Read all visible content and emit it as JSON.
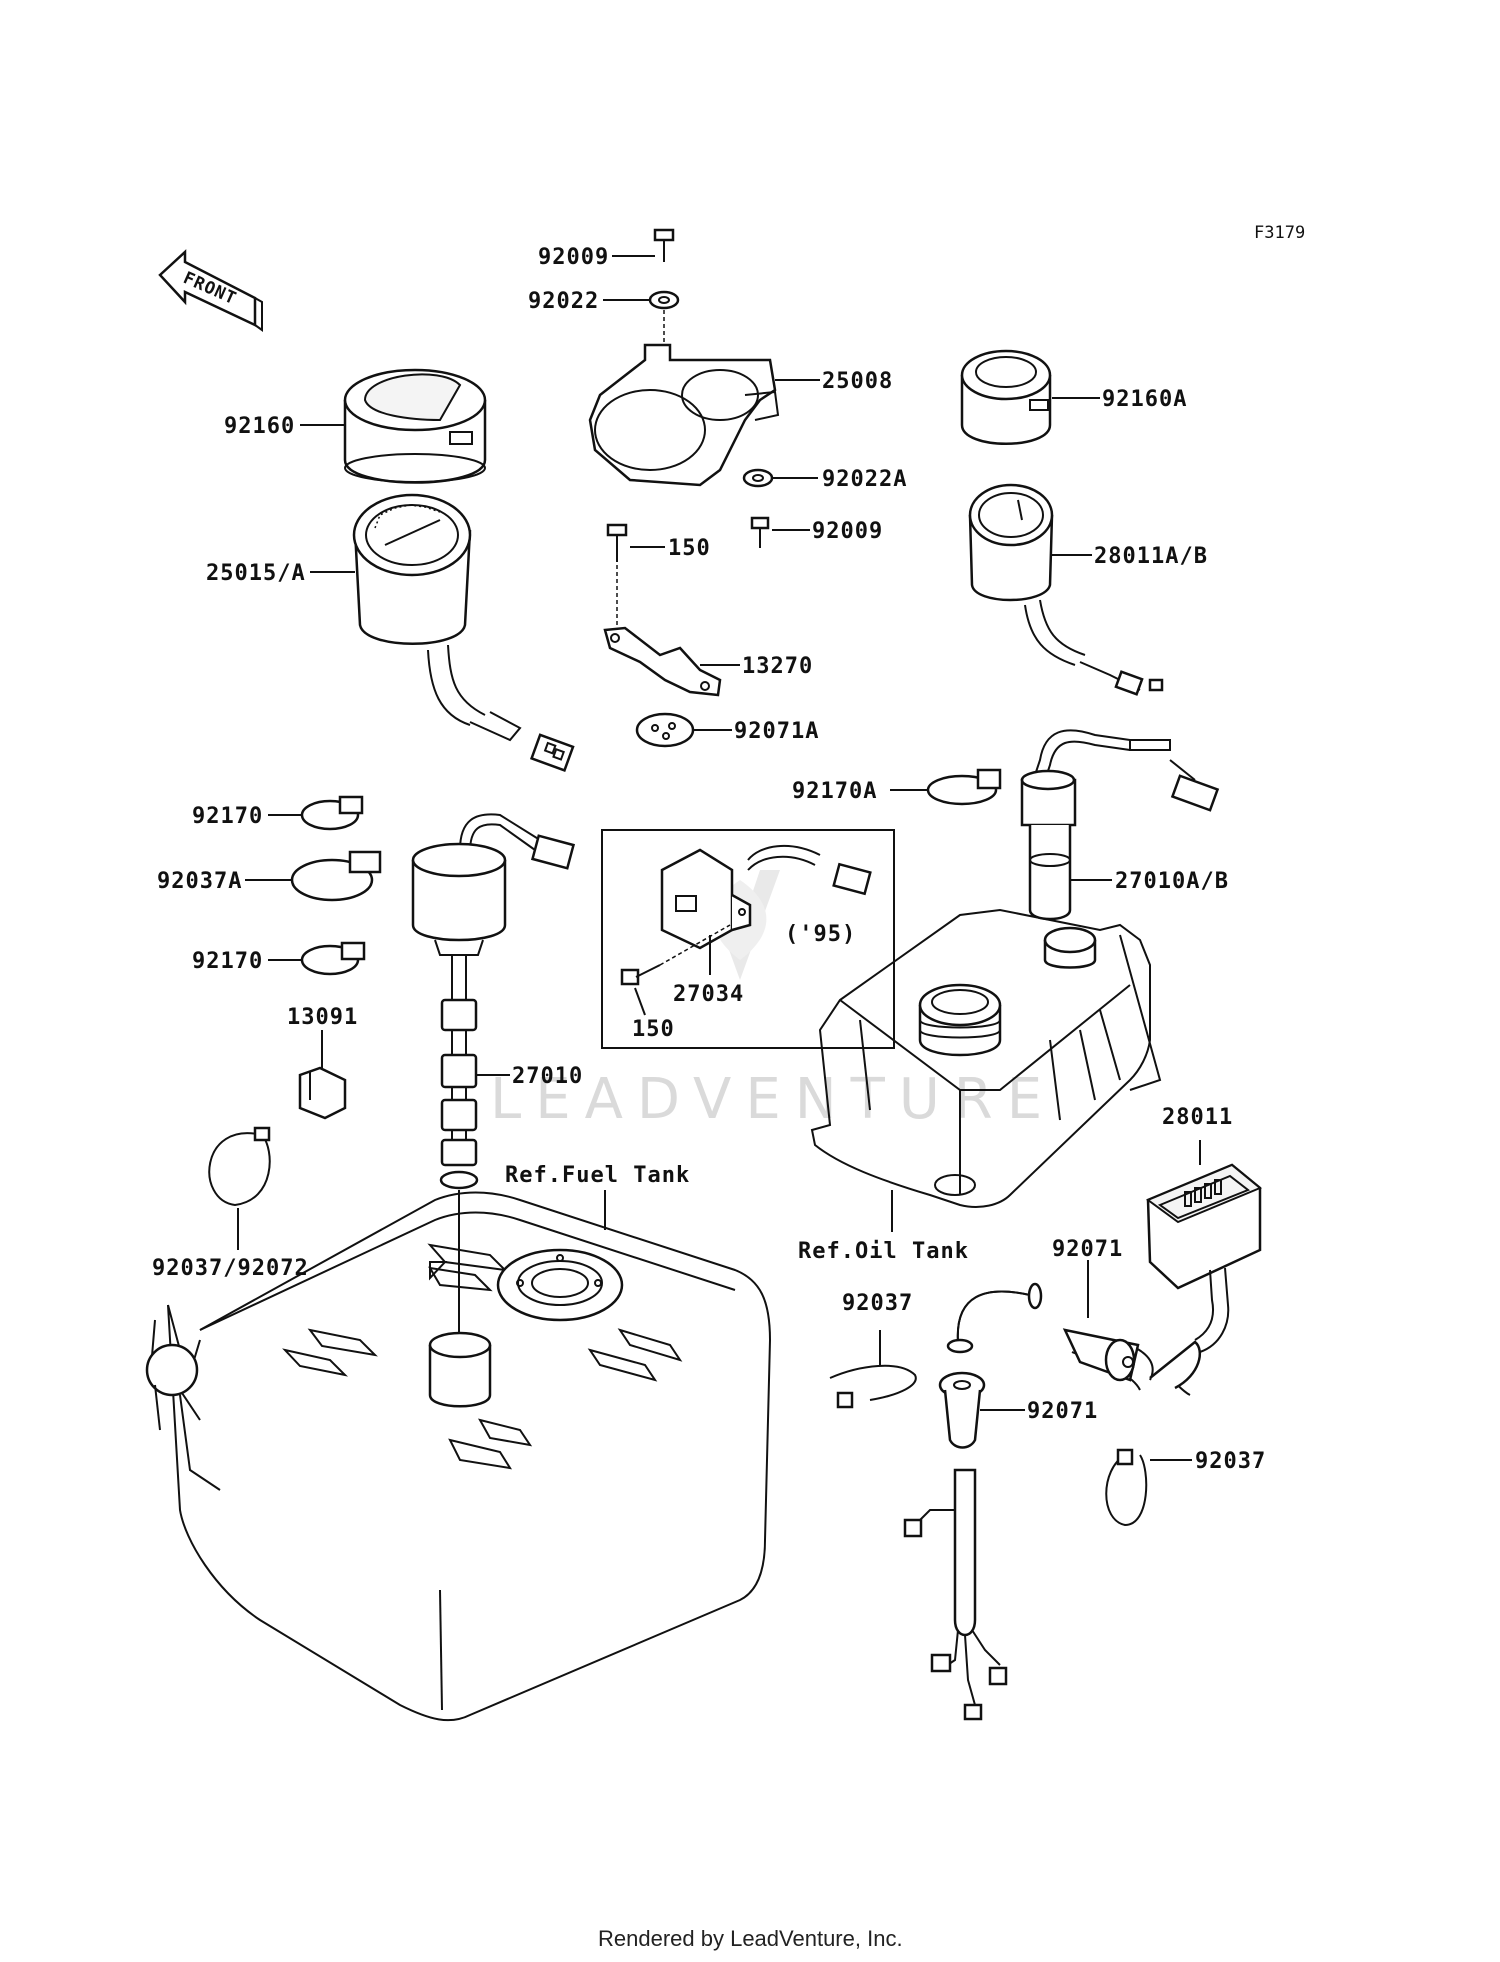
{
  "diagram": {
    "code": "F3179",
    "front_label": "FRONT",
    "watermark": "LEADVENTURE",
    "footer": "Rendered by LeadVenture, Inc.",
    "inset_note": "('95)",
    "parts": {
      "p92009_top": "92009",
      "p92022": "92022",
      "p25008": "25008",
      "p92022A": "92022A",
      "p92160": "92160",
      "p25015A": "25015/A",
      "p150_top": "150",
      "p92009_mid": "92009",
      "p13270": "13270",
      "p92071A": "92071A",
      "p92160A": "92160A",
      "p28011AB": "28011A/B",
      "p92170A": "92170A",
      "p27010AB": "27010A/B",
      "p92170_a": "92170",
      "p92037A": "92037A",
      "p92170_b": "92170",
      "p13091": "13091",
      "p27010": "27010",
      "p27034": "27034",
      "p150_inset": "150",
      "p92037_92072": "92037/92072",
      "p28011": "28011",
      "p92071_a": "92071",
      "p92037_a": "92037",
      "p92071_b": "92071",
      "p92037_b": "92037"
    },
    "refs": {
      "fuel_tank": "Ref.Fuel Tank",
      "oil_tank": "Ref.Oil Tank"
    }
  }
}
